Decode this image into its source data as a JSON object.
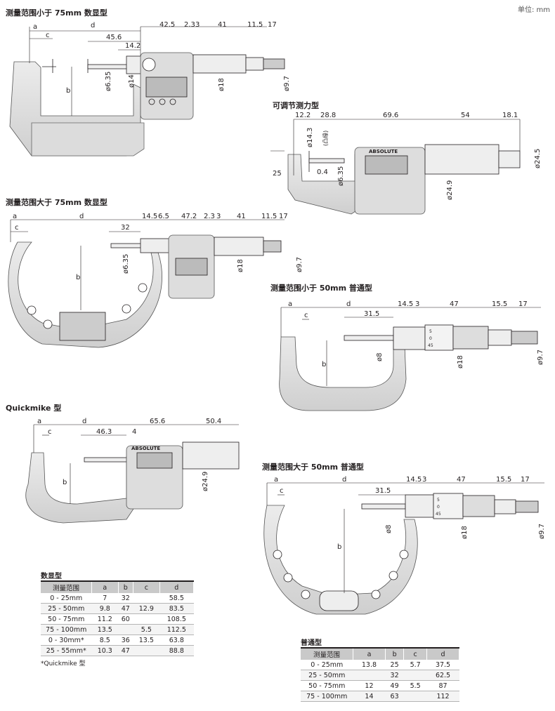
{
  "unit_label": "单位: mm",
  "sections": {
    "digital_small": "测量范围小于 75mm 数显型",
    "adjustable": "可调节测力型",
    "digital_large": "测量范围大于 75mm 数显型",
    "standard_small": "测量范围小于 50mm 普通型",
    "quickmike": "Quickmike 型",
    "standard_large": "测量范围大于 50mm 普通型"
  },
  "dims": {
    "a": "a",
    "b": "b",
    "c": "c",
    "d": "d",
    "ds_456": "45.6",
    "ds_425": "42.5",
    "ds_23": "2.3",
    "ds_3": "3",
    "ds_41": "41",
    "ds_115": "11.5",
    "ds_17": "17",
    "ds_142": "14.2",
    "ds_635": "ø6.35",
    "ds_14": "ø14",
    "ds_18": "ø18",
    "ds_97": "ø9.7",
    "ad_122": "12.2",
    "ad_288": "28.8",
    "ad_696": "69.6",
    "ad_54": "54",
    "ad_181": "18.1",
    "ad_143": "ø14.3",
    "ad_143b": "(凸缘)",
    "ad_25": "25",
    "ad_04": "0.4",
    "ad_635": "ø6.35",
    "ad_249": "ø24.9",
    "ad_245": "ø24.5",
    "dl_32": "32",
    "dl_145": "14.5",
    "dl_65": "6.5",
    "dl_472": "47.2",
    "dl_23": "2.3",
    "dl_3": "3",
    "dl_41": "41",
    "dl_115": "11.5",
    "dl_17": "17",
    "dl_635": "ø6.35",
    "dl_18": "ø18",
    "dl_97": "ø9.7",
    "ss_315": "31.5",
    "ss_145": "14.5",
    "ss_3": "3",
    "ss_47": "47",
    "ss_155": "15.5",
    "ss_17": "17",
    "ss_8": "ø8",
    "ss_18": "ø18",
    "ss_97": "ø9.7",
    "qm_463": "46.3",
    "qm_4": "4",
    "qm_656": "65.6",
    "qm_504": "50.4",
    "qm_249": "ø24.9",
    "sl_315": "31.5",
    "sl_145": "14.5",
    "sl_3": "3",
    "sl_47": "47",
    "sl_155": "15.5",
    "sl_17": "17",
    "sl_8": "ø8",
    "sl_18": "ø18",
    "sl_97": "ø9.7"
  },
  "thimble_scale": [
    "5",
    "0",
    "45"
  ],
  "brand": "ABSOLUTE",
  "digital_table": {
    "title": "数显型",
    "headers": [
      "测量范围",
      "a",
      "b",
      "c",
      "d"
    ],
    "rows": [
      [
        "0 - 25mm",
        "7",
        "32",
        "",
        "58.5"
      ],
      [
        "25 - 50mm",
        "9.8",
        "47",
        "12.9",
        "83.5"
      ],
      [
        "50 - 75mm",
        "11.2",
        "60",
        "",
        "108.5"
      ],
      [
        "75 - 100mm",
        "13.5",
        "",
        "5.5",
        "112.5"
      ],
      [
        "0 - 30mm*",
        "8.5",
        "36",
        "13.5",
        "63.8"
      ],
      [
        "25 - 55mm*",
        "10.3",
        "47",
        "",
        "88.8"
      ]
    ],
    "note": "*Quickmike 型"
  },
  "standard_table": {
    "title": "普通型",
    "headers": [
      "测量范围",
      "a",
      "b",
      "c",
      "d"
    ],
    "rows": [
      [
        "0 - 25mm",
        "13.8",
        "25",
        "5.7",
        "37.5"
      ],
      [
        "25 - 50mm",
        "",
        "32",
        "",
        "62.5"
      ],
      [
        "50 - 75mm",
        "12",
        "49",
        "5.5",
        "87"
      ],
      [
        "75 - 100mm",
        "14",
        "63",
        "",
        "112"
      ]
    ]
  }
}
